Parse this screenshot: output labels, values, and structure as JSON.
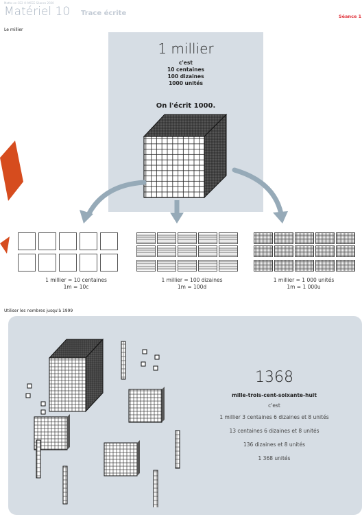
{
  "header": {
    "small_line": "Maths en CE2 © MCEE Séance 2020",
    "title": "Matériel 10",
    "subtitle": "Trace écrite",
    "seance": "Séance 1"
  },
  "section1": {
    "title": "Le millier",
    "panel": {
      "big": "1 millier",
      "lines": [
        "c'est",
        "10 centaines",
        "100 dizaines",
        "1000 unités"
      ],
      "ecrit": "On l'écrit 1000."
    },
    "captions": [
      {
        "line1": "1 millier = 10 centaines",
        "line2": "1m = 10c"
      },
      {
        "line1": "1 millier = 100 dizaines",
        "line2": "1m = 100d"
      },
      {
        "line1": "1 millier = 1 000 unités",
        "line2": "1m = 1 000u"
      }
    ]
  },
  "section2": {
    "title": "Utiliser les nombres jusqu'à 1999",
    "number": "1368",
    "name": "mille-trois-cent-soixante-huit",
    "cest": "c'est",
    "decomps": [
      "1 millier 3 centaines 6 dizaines et 8 unités",
      "13 centaines 6 dizaines et 8 unités",
      "136 dizaines et 8 unités",
      "1 368 unités"
    ]
  },
  "colors": {
    "panel": "#d6dde4",
    "header_title": "#a9b4c2",
    "seance": "#e0313a",
    "arrow": "#96aab8",
    "pointer": "#d64c1e"
  }
}
